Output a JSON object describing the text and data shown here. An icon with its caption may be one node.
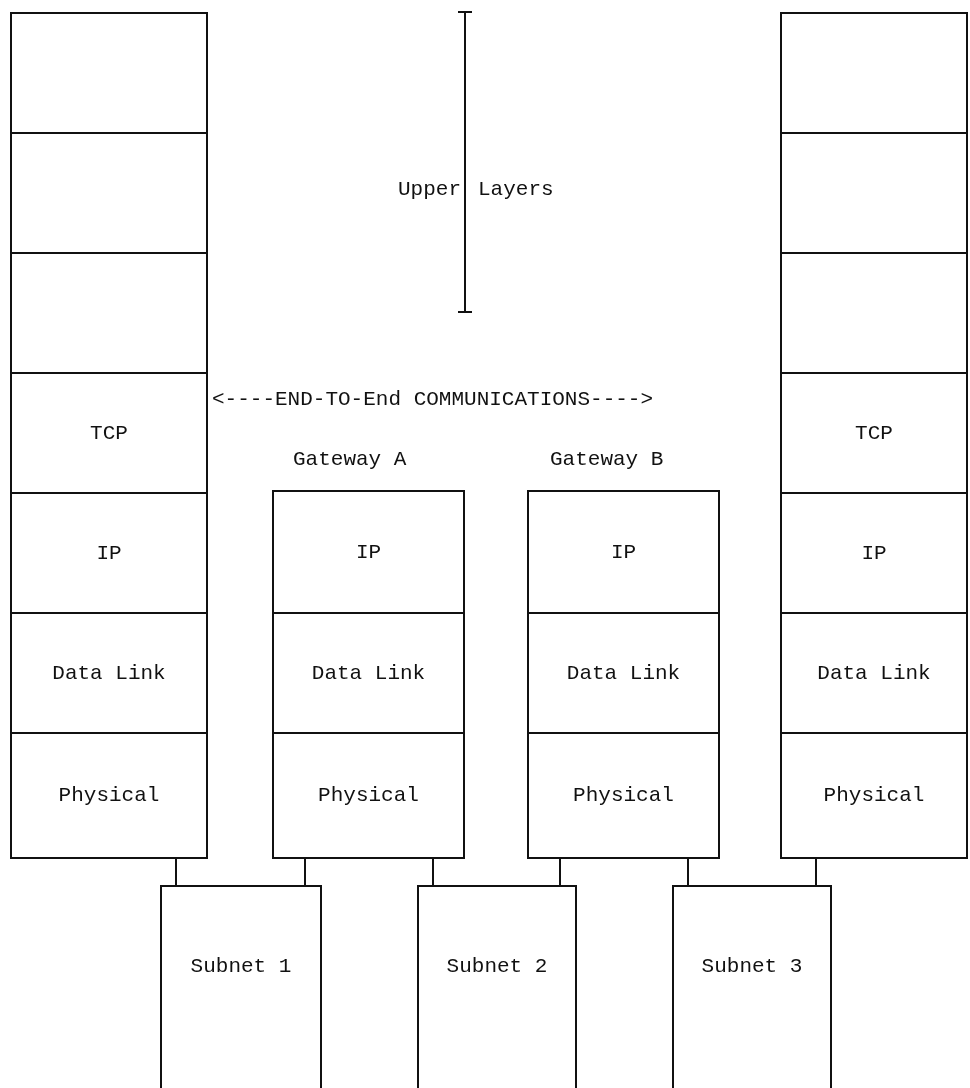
{
  "diagram": {
    "nodes": [
      {
        "text": [],
        "shape": "box"
      },
      {
        "text": [],
        "shape": "box"
      },
      {
        "text": [],
        "shape": "box"
      },
      {
        "text": [
          "TCP"
        ]
      },
      {
        "text": [
          "IP"
        ]
      },
      {
        "text": [
          "Data Link"
        ]
      },
      {
        "text": [
          "Physical"
        ]
      },
      {
        "text": [],
        "shape": "box"
      },
      {
        "text": [],
        "shape": "box"
      },
      {
        "text": [],
        "shape": "box"
      },
      {
        "text": [
          "TCP"
        ]
      },
      {
        "text": [
          "IP"
        ]
      },
      {
        "text": [
          "Data Link"
        ]
      },
      {
        "text": [
          "Physical"
        ]
      },
      {
        "text": [
          "IP"
        ]
      },
      {
        "text": [
          "Data Link"
        ]
      },
      {
        "text": [
          "Physical"
        ]
      },
      {
        "text": [
          "IP"
        ]
      },
      {
        "text": [
          "Data Link"
        ]
      },
      {
        "text": [
          "Physical"
        ]
      },
      {
        "text": [
          "Subnet 1"
        ]
      },
      {
        "text": [
          "Subnet 2"
        ]
      },
      {
        "text": [
          "Subnet 3"
        ]
      }
    ],
    "edges": [
      {
        "from": 6,
        "to": 20,
        "arrow": "none"
      },
      {
        "from": 16,
        "to": 20,
        "arrow": "none"
      },
      {
        "from": 16,
        "to": 21,
        "arrow": "none"
      },
      {
        "from": 19,
        "to": 21,
        "arrow": "none"
      },
      {
        "from": 19,
        "to": 22,
        "arrow": "none"
      },
      {
        "from": 13,
        "to": 22,
        "arrow": "none"
      }
    ],
    "labels": [
      "Upper",
      "Layers",
      "<----END-TO-End COMMUNICATIONS---->",
      "Gateway A",
      "Gateway B"
    ]
  }
}
